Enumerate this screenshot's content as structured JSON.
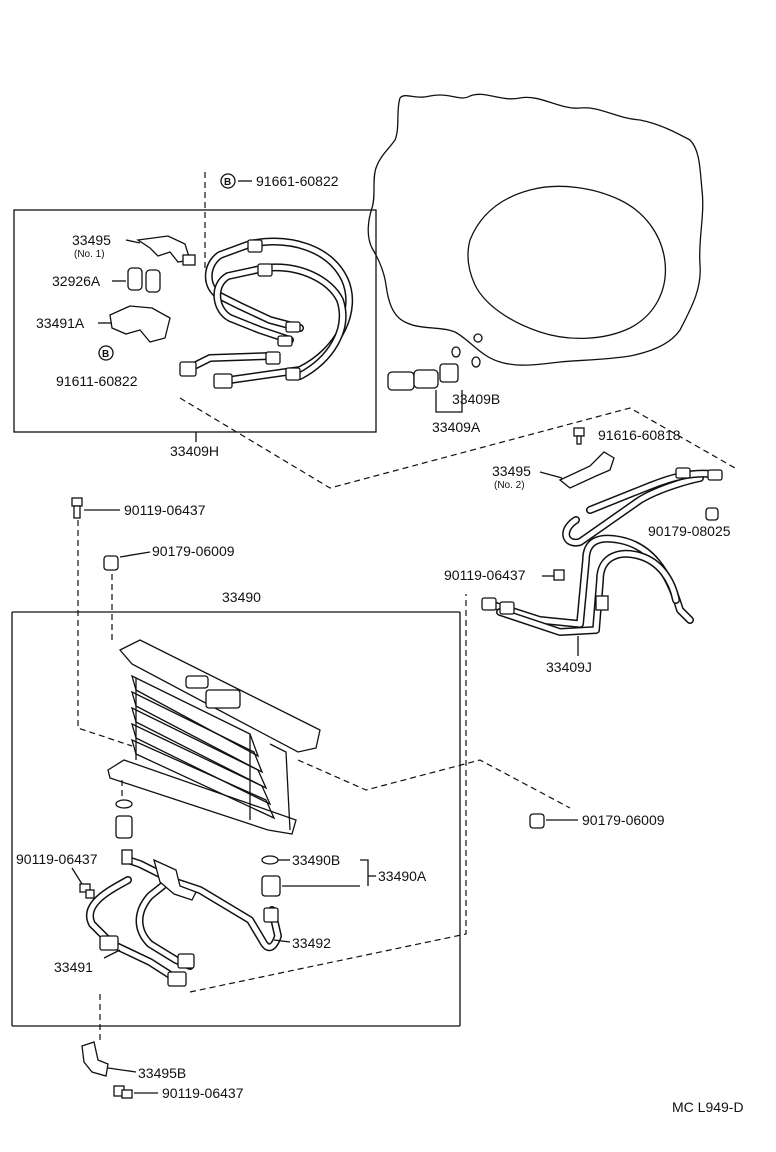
{
  "diagram": {
    "parts": {
      "p91661": "91661-60822",
      "p33495_1": "33495",
      "p33495_1_sub": "(No. 1)",
      "p32926a": "32926A",
      "p33491a": "33491A",
      "p91611": "91611-60822",
      "p33409h": "33409H",
      "p33409b": "33409B",
      "p33409a": "33409A",
      "p91616": "91616-60818",
      "p33495_2": "33495",
      "p33495_2_sub": "(No. 2)",
      "p90179_08025": "90179-08025",
      "p90119_mid": "90119-06437",
      "p33409j": "33409J",
      "p90119_top": "90119-06437",
      "p90179_06009_top": "90179-06009",
      "p33490": "33490",
      "p90179_06009_right": "90179-06009",
      "p90119_left": "90119-06437",
      "p33490b": "33490B",
      "p33490a": "33490A",
      "p33492": "33492",
      "p33491": "33491",
      "p33495b": "33495B",
      "p90119_bottom": "90119-06437"
    },
    "marker_letter": "B",
    "footer_code": "MC L949-D"
  }
}
